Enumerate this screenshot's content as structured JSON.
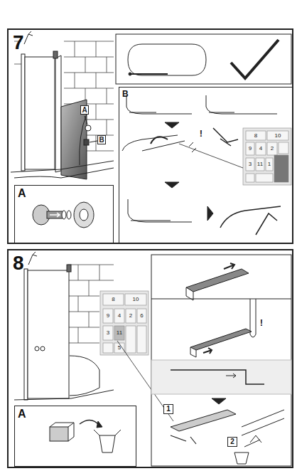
{
  "diagram": {
    "nodes": [
      {
        "text": [
          "7"
        ]
      },
      {
        "text": [
          "A"
        ],
        "in": 0
      },
      {
        "text": [
          "B"
        ],
        "in": 0
      },
      {
        "text": [
          "8"
        ]
      },
      {
        "text": [
          "A"
        ],
        "in": 3
      },
      {
        "text": [
          "1"
        ],
        "in": 3
      },
      {
        "text": [
          "2"
        ],
        "in": 3
      }
    ],
    "labels": [
      "A",
      "B",
      "8",
      "10",
      "9",
      "4",
      "2",
      "3",
      "11",
      "1",
      "!",
      "8",
      "10",
      "9",
      "4",
      "2",
      "6",
      "3",
      "11",
      "5",
      "!"
    ]
  }
}
